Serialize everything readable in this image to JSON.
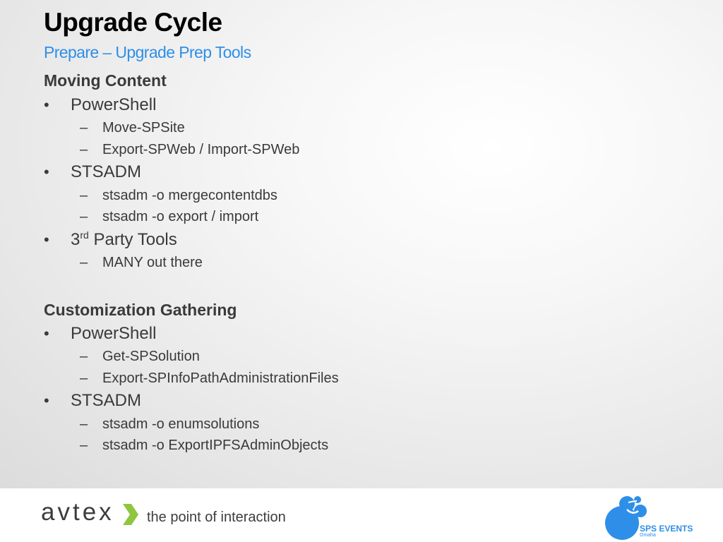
{
  "slide": {
    "title": "Upgrade Cycle",
    "subtitle": "Prepare – Upgrade Prep Tools",
    "sections": [
      {
        "heading": "Moving Content",
        "items": [
          {
            "label": "PowerShell",
            "sub": [
              "Move-SPSite",
              "Export-SPWeb / Import-SPWeb"
            ]
          },
          {
            "label": "STSADM",
            "sub": [
              "stsadm -o mergecontentdbs",
              "stsadm -o export / import"
            ]
          },
          {
            "label_prefix": "3",
            "label_sup": "rd",
            "label_suffix": " Party Tools",
            "sub": [
              "MANY out there"
            ]
          }
        ]
      },
      {
        "heading": "Customization Gathering",
        "items": [
          {
            "label": "PowerShell",
            "sub": [
              "Get-SPSolution",
              "Export-SPInfoPathAdministrationFiles"
            ]
          },
          {
            "label": "STSADM",
            "sub": [
              "stsadm -o enumsolutions",
              "stsadm -o ExportIPFSAdminObjects"
            ]
          }
        ]
      }
    ],
    "bullet_char": "•",
    "dash_char": "–"
  },
  "footer": {
    "avtex_wordmark": "avtex",
    "tagline": "the point of interaction",
    "sps_name": "SPS EVENTS",
    "sps_city": "Omaha"
  },
  "colors": {
    "accent_blue": "#2e8fe8",
    "chevron_green": "#8fc640",
    "text_dark": "#3a3a3a"
  },
  "icons": {
    "avtex_mark": "chevron-right-icon",
    "sps_mark": "bubble-cluster-icon"
  }
}
